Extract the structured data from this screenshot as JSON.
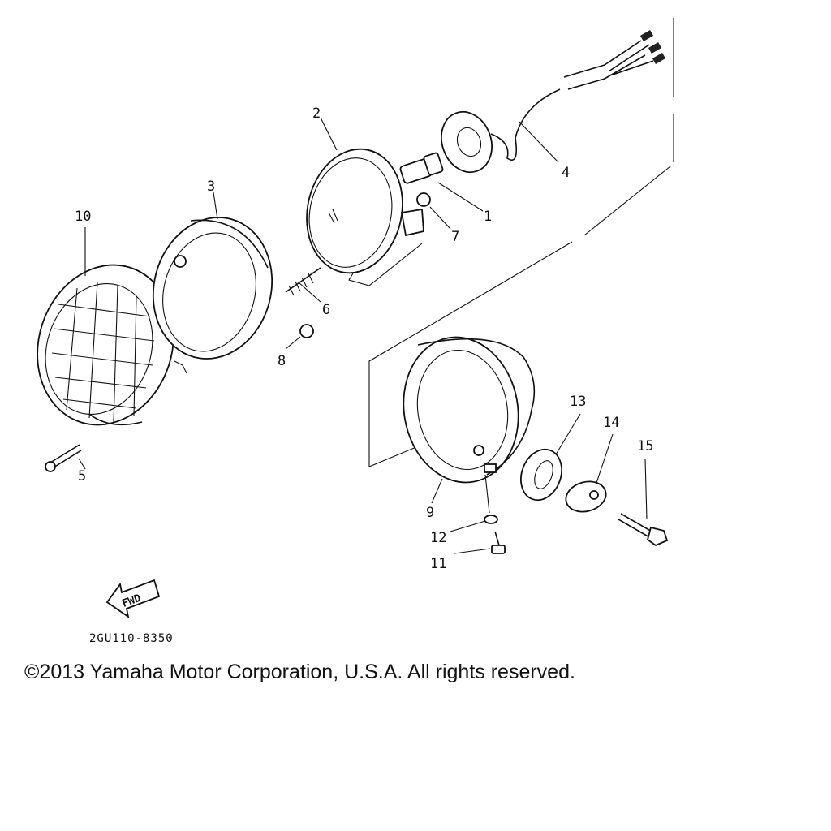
{
  "callouts": [
    {
      "id": "1",
      "text": "1"
    },
    {
      "id": "2",
      "text": "2"
    },
    {
      "id": "3",
      "text": "3"
    },
    {
      "id": "4",
      "text": "4"
    },
    {
      "id": "5",
      "text": "5"
    },
    {
      "id": "6",
      "text": "6"
    },
    {
      "id": "7",
      "text": "7"
    },
    {
      "id": "8",
      "text": "8"
    },
    {
      "id": "9",
      "text": "9"
    },
    {
      "id": "10",
      "text": "10"
    },
    {
      "id": "11",
      "text": "11"
    },
    {
      "id": "12",
      "text": "12"
    },
    {
      "id": "13",
      "text": "13"
    },
    {
      "id": "14",
      "text": "14"
    },
    {
      "id": "15",
      "text": "15"
    }
  ],
  "fwd_label": "FWD",
  "drawing_code": "2GU110-8350",
  "copyright": "©2013 Yamaha Motor Corporation, U.S.A. All rights reserved."
}
